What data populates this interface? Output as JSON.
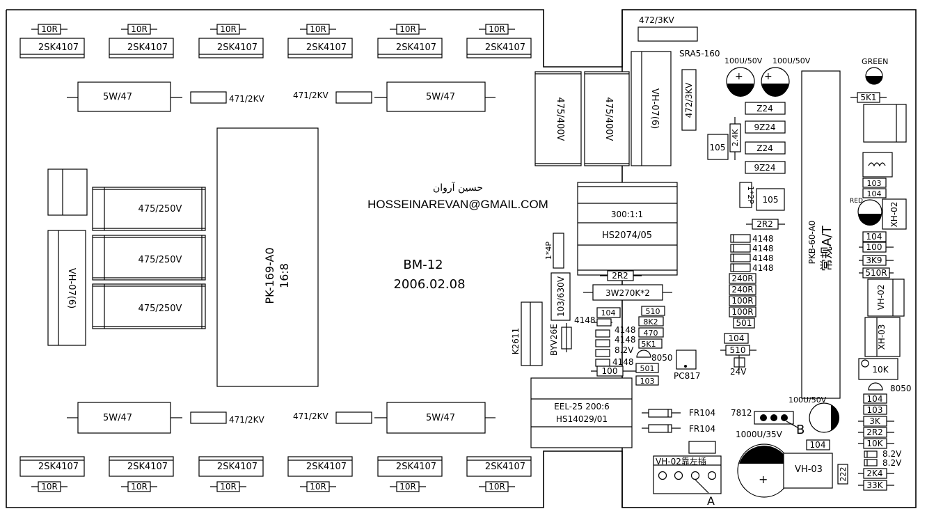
{
  "board": {
    "model": "BM-12",
    "date": "2006.02.08",
    "author_fa": "حسين آروان",
    "email": "HOSSEINAREVAN@GMAIL.COM"
  },
  "left": {
    "gate_resistor": "10R",
    "mosfet": "2SK4107",
    "power_resistor": "5W/47",
    "ceramic_cap": "471/2KV",
    "film_cap": "475/250V",
    "connector": "VH-07(6)",
    "transformer_label": "PK-169-A0",
    "transformer_ratio": "16:8"
  },
  "right": {
    "hv_cap": "472/3KV",
    "surge": "SRA5-160",
    "cap_400v": "475/400V",
    "connector": "VH-07(6)",
    "elcap_100u50v": "100U/50V",
    "led_green": "GREEN",
    "led_red": "RED",
    "r_5k1": "5K1",
    "zeners": [
      "Z24",
      "9Z24",
      "Z24",
      "9Z24"
    ],
    "r_2k4": "2.4K",
    "cap_105": "105",
    "jumper_1x2p": "1*2P",
    "hs_transformer_ratio": "300:1:1",
    "hs_transformer": "HS2074/05",
    "r_2r2": "2R2",
    "diodes_4148": [
      "4148",
      "4148",
      "4148",
      "4148"
    ],
    "resistors_col": [
      "240R",
      "240R",
      "100R",
      "100R",
      "501"
    ],
    "jumper_1x4p": "1*4P",
    "cap_103_630v": "103/630V",
    "res_3w": "3W270K*2",
    "cap_104": "104",
    "r_510": "510",
    "r_8k2": "8K2",
    "r_470": "470",
    "r_5k1b": "5K1",
    "zener_8v2": "8.2V",
    "diode_4148": "4148",
    "transistor_8050": "8050",
    "r_501": "501",
    "cap_103": "103",
    "r_100": "100",
    "diode_byv": "BYV26E",
    "cap_k2611": "K2611",
    "optocoupler": "PC817",
    "zener_24v": "24V",
    "module_code": "PKB-60-A0",
    "module_cn": "常规A/T",
    "small_col": [
      "103",
      "104"
    ],
    "connector_xh02": "XH-02",
    "right_col1": [
      "104",
      "100",
      "3K9",
      "510R"
    ],
    "connector_vh02": "VH-02",
    "connector_xh03": "XH-03",
    "pot_10k": "10K",
    "right_col2": [
      "104",
      "103",
      "3K",
      "2R2",
      "10K",
      "8.2V",
      "8.2V",
      "2K4",
      "33K"
    ],
    "eel_transformer": "EEL-25 200:6",
    "eel_code": "HS14029/01",
    "fr104": "FR104",
    "regulator": "7812",
    "marker_b": "B",
    "elcap_1000u": "1000U/35V",
    "connector_vh02_cn": "VH-02靠左插",
    "marker_a": "A",
    "connector_vh03": "VH-03",
    "cap_222": "222"
  }
}
